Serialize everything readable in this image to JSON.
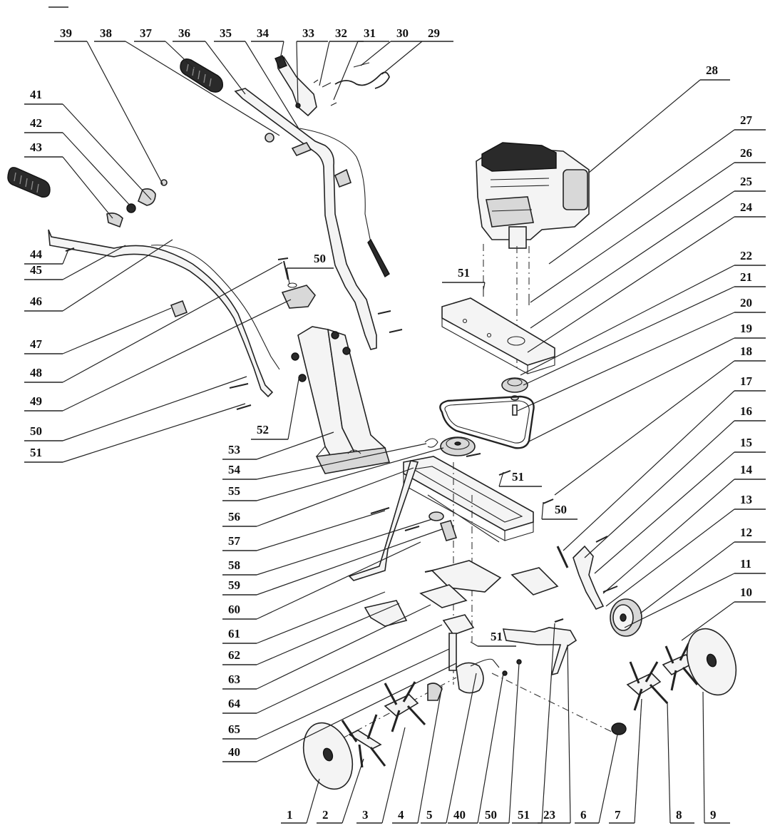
{
  "diagram": {
    "callouts": [
      {
        "id": "c39",
        "label": "39"
      },
      {
        "id": "c38",
        "label": "38"
      },
      {
        "id": "c37",
        "label": "37"
      },
      {
        "id": "c36",
        "label": "36"
      },
      {
        "id": "c35",
        "label": "35"
      },
      {
        "id": "c34",
        "label": "34"
      },
      {
        "id": "c33",
        "label": "33"
      },
      {
        "id": "c32",
        "label": "32"
      },
      {
        "id": "c31",
        "label": "31"
      },
      {
        "id": "c30",
        "label": "30"
      },
      {
        "id": "c29",
        "label": "29"
      },
      {
        "id": "c28",
        "label": "28"
      },
      {
        "id": "c27",
        "label": "27"
      },
      {
        "id": "c26",
        "label": "26"
      },
      {
        "id": "c25",
        "label": "25"
      },
      {
        "id": "c24",
        "label": "24"
      },
      {
        "id": "c22",
        "label": "22"
      },
      {
        "id": "c21",
        "label": "21"
      },
      {
        "id": "c20",
        "label": "20"
      },
      {
        "id": "c19",
        "label": "19"
      },
      {
        "id": "c18",
        "label": "18"
      },
      {
        "id": "c17",
        "label": "17"
      },
      {
        "id": "c16",
        "label": "16"
      },
      {
        "id": "c15",
        "label": "15"
      },
      {
        "id": "c14",
        "label": "14"
      },
      {
        "id": "c13",
        "label": "13"
      },
      {
        "id": "c12",
        "label": "12"
      },
      {
        "id": "c11",
        "label": "11"
      },
      {
        "id": "c10",
        "label": "10"
      },
      {
        "id": "c41",
        "label": "41"
      },
      {
        "id": "c42",
        "label": "42"
      },
      {
        "id": "c43",
        "label": "43"
      },
      {
        "id": "c44",
        "label": "44"
      },
      {
        "id": "c45",
        "label": "45"
      },
      {
        "id": "c46",
        "label": "46"
      },
      {
        "id": "c47",
        "label": "47"
      },
      {
        "id": "c48",
        "label": "48"
      },
      {
        "id": "c49",
        "label": "49"
      },
      {
        "id": "c50a",
        "label": "50"
      },
      {
        "id": "c51a",
        "label": "51"
      },
      {
        "id": "c52",
        "label": "52"
      },
      {
        "id": "c53",
        "label": "53"
      },
      {
        "id": "c54",
        "label": "54"
      },
      {
        "id": "c55",
        "label": "55"
      },
      {
        "id": "c56",
        "label": "56"
      },
      {
        "id": "c57",
        "label": "57"
      },
      {
        "id": "c58",
        "label": "58"
      },
      {
        "id": "c59",
        "label": "59"
      },
      {
        "id": "c60",
        "label": "60"
      },
      {
        "id": "c61",
        "label": "61"
      },
      {
        "id": "c62",
        "label": "62"
      },
      {
        "id": "c63",
        "label": "63"
      },
      {
        "id": "c64",
        "label": "64"
      },
      {
        "id": "c65",
        "label": "65"
      },
      {
        "id": "c40a",
        "label": "40"
      },
      {
        "id": "c50b",
        "label": "50"
      },
      {
        "id": "c51b",
        "label": "51"
      },
      {
        "id": "c51c",
        "label": "51"
      },
      {
        "id": "c50c",
        "label": "50"
      },
      {
        "id": "c51d",
        "label": "51"
      },
      {
        "id": "c1",
        "label": "1"
      },
      {
        "id": "c2",
        "label": "2"
      },
      {
        "id": "c3",
        "label": "3"
      },
      {
        "id": "c4",
        "label": "4"
      },
      {
        "id": "c5",
        "label": "5"
      },
      {
        "id": "c40b",
        "label": "40"
      },
      {
        "id": "c50d",
        "label": "50"
      },
      {
        "id": "c51e",
        "label": "51"
      },
      {
        "id": "c23",
        "label": "23"
      },
      {
        "id": "c6",
        "label": "6"
      },
      {
        "id": "c7",
        "label": "7"
      },
      {
        "id": "c8",
        "label": "8"
      },
      {
        "id": "c9",
        "label": "9"
      }
    ]
  }
}
